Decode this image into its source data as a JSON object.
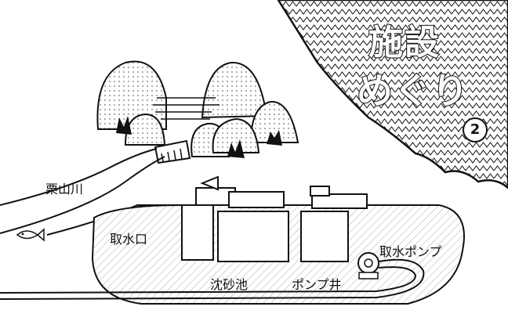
{
  "title": {
    "line1": "施設",
    "line2": "めぐり",
    "number": "2"
  },
  "labels": {
    "river": "栗山川",
    "intake": "取水口",
    "sedimentation_basin": "沈砂池",
    "pump_well": "ポンプ井",
    "intake_pump": "取水ポンプ"
  },
  "icons": [
    "fish-icon",
    "pump-icon",
    "mountain-icon",
    "dam-icon"
  ],
  "colors": {
    "ink": "#111111",
    "paper": "#ffffff"
  }
}
